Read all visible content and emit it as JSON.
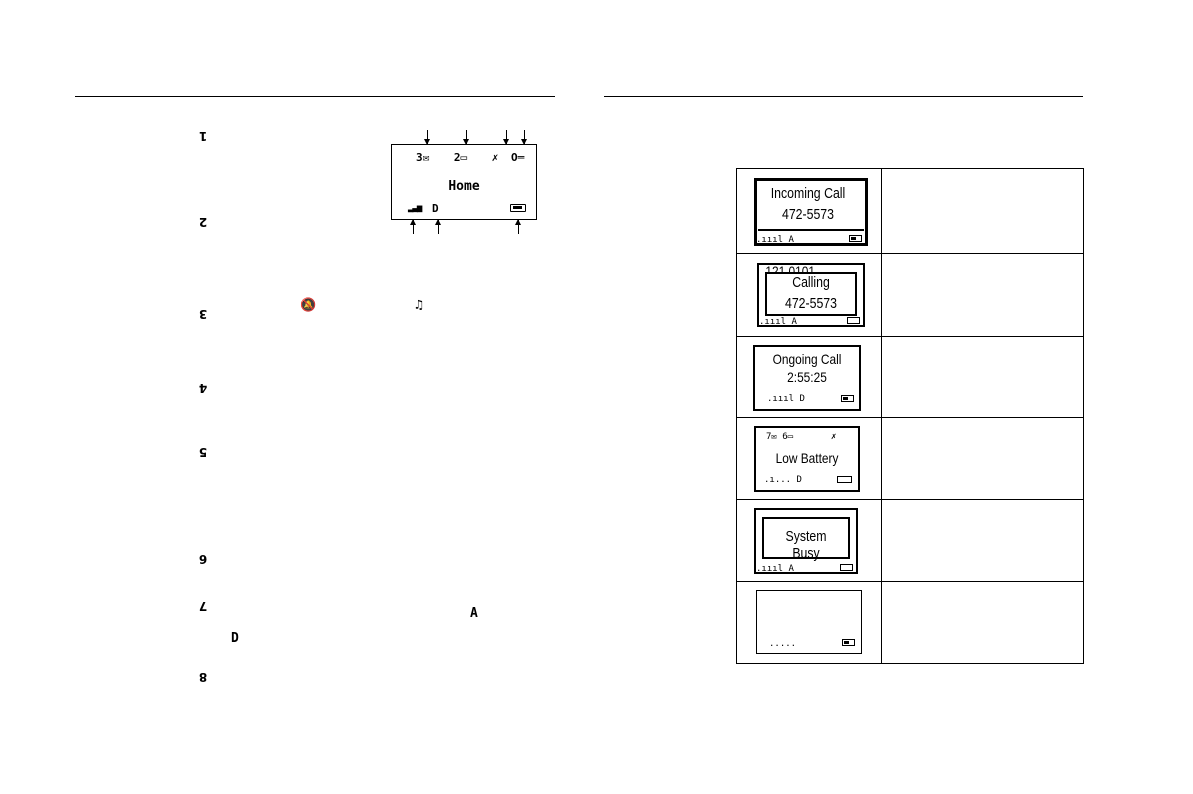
{
  "item_numbers": [
    "1",
    "2",
    "3",
    "4",
    "5",
    "6",
    "7",
    "8"
  ],
  "inline_icons": {
    "vibrate_icon": "🔕",
    "ringer_icon": "♫",
    "analog_mode_glyph": "A",
    "digital_mode_glyph": "D"
  },
  "main_display": {
    "voicemail_count": "3✉",
    "text_message_count": "2▭",
    "vibrate_glyph": "✗",
    "key_glyph": "O═",
    "label": "Home",
    "signal_glyph": "▂▃▅",
    "mode_glyph": "D"
  },
  "screens": [
    {
      "lines": [
        "Incoming Call",
        "472-5573"
      ],
      "status_left": ".ıııl A"
    },
    {
      "background_text": "121 0101",
      "lines": [
        "Calling",
        "472-5573"
      ],
      "status_left": ".ıııl A"
    },
    {
      "lines": [
        "Ongoing Call",
        "2:55:25"
      ],
      "status_left": ".ıııl D"
    },
    {
      "top_left": "7✉  6▭",
      "top_right": "✗",
      "lines": [
        "Low Battery"
      ],
      "status_left": ".ı... D"
    },
    {
      "lines": [
        "System Busy"
      ],
      "status_left": ".ıııl A"
    },
    {
      "lines": [],
      "status_left": "....."
    }
  ],
  "colors": {
    "ink": "#000000",
    "paper": "#ffffff"
  }
}
